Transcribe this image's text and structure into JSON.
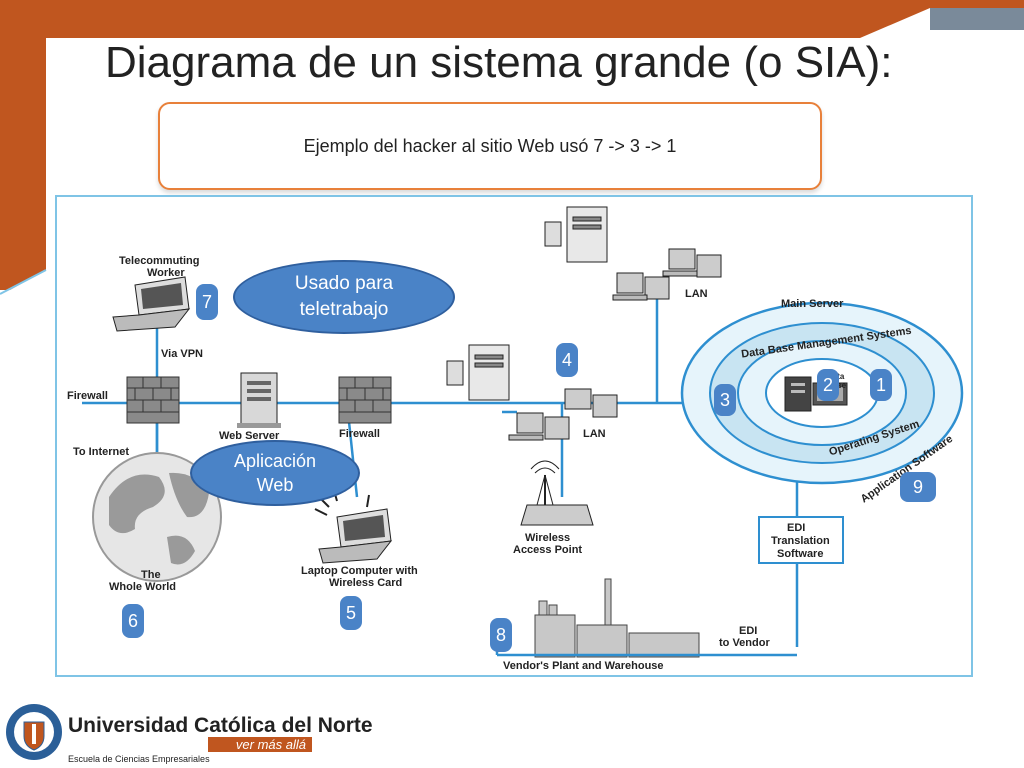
{
  "title": "Diagrama de un sistema grande (o SIA):",
  "callout": "Ejemplo del hacker al sitio Web usó 7 -> 3 -> 1",
  "diagram": {
    "labels": {
      "telecommuting": [
        "Telecommuting",
        "Worker"
      ],
      "via_vpn": "Via VPN",
      "firewall_left": "Firewall",
      "to_internet": "To Internet",
      "web_server": "Web Server",
      "firewall_mid": "Firewall",
      "lan_top": "LAN",
      "lan_mid": "LAN",
      "main_server": "Main Server",
      "dbms": "Data Base Management Systems",
      "os": "Operating System",
      "app_software": "Application Software",
      "data_base": [
        "Data",
        "Base"
      ],
      "wireless_ap": [
        "Wireless",
        "Access Point"
      ],
      "laptop": [
        "Laptop Computer with",
        "Wireless Card"
      ],
      "whole_world": [
        "The",
        "Whole World"
      ],
      "edi_box": [
        "EDI",
        "Translation",
        "Software"
      ],
      "edi_vendor": [
        "EDI",
        "to Vendor"
      ],
      "vendor_plant": "Vendor's Plant and Warehouse"
    },
    "ovals": {
      "teletrabajo": "Usado para teletrabajo",
      "aplicacion_web": "Aplicación Web"
    },
    "badges": {
      "b1": "1",
      "b2": "2",
      "b3": "3",
      "b4": "4",
      "b5": "5",
      "b6": "6",
      "b7": "7",
      "b8": "8",
      "b9": "9"
    }
  },
  "footer": {
    "university": "Universidad Católica del Norte",
    "tagline": "ver más allá",
    "school": "Escuela de Ciencias Empresariales"
  },
  "colors": {
    "accent_orange": "#c0561f",
    "blue_label": "#4a83c7",
    "diagram_blue": "#2e8fd0",
    "ring_blue": "#c8e4f2"
  }
}
